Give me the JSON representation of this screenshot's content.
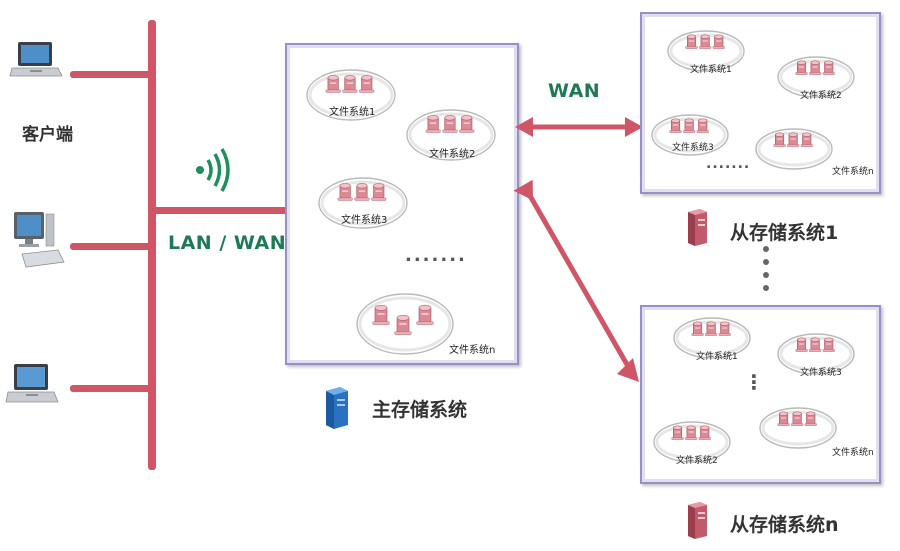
{
  "client_label": "客户端",
  "lan_wan_label": "LAN / WAN",
  "wan_label": "WAN",
  "primary": {
    "title": "主存储系统",
    "fs": [
      "文件系统1",
      "文件系统2",
      "文件系统3",
      "文件系统n"
    ],
    "ellipsis": "......."
  },
  "slave1": {
    "title": "从存储系统1",
    "fs": [
      "文件系统1",
      "文件系统2",
      "文件系统3",
      "文件系统n"
    ],
    "ellipsis": "......."
  },
  "slave_n": {
    "title": "从存储系统n",
    "fs": [
      "文件系统1",
      "文件系统3",
      "文件系统2",
      "文件系统n"
    ],
    "ellipsis": "⋮"
  },
  "colors": {
    "bus": "#cf5567",
    "panel_border": "#9690c6",
    "wan_text": "#1d7a55"
  }
}
